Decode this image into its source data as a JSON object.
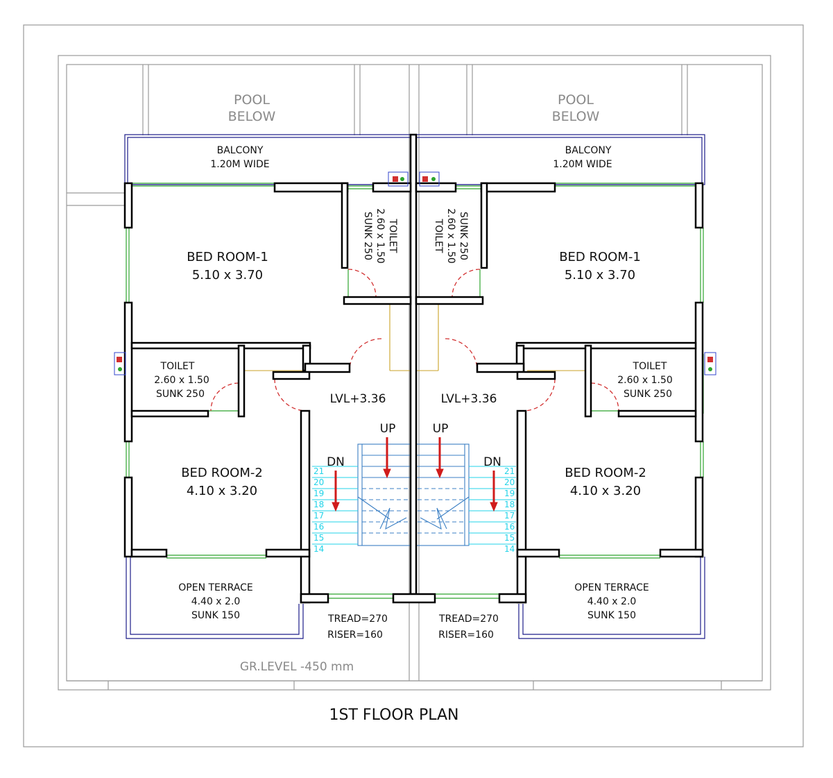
{
  "drawing_title": "1ST FLOOR PLAN",
  "ground_level": "GR.LEVEL -450 mm",
  "pool_label": [
    "POOL",
    "BELOW"
  ],
  "left_unit": {
    "balcony": [
      "BALCONY",
      "1.20M WIDE"
    ],
    "bed_room_1": {
      "name": "BED ROOM-1",
      "size": "5.10 x 3.70"
    },
    "toilet_top": [
      "TOILET",
      "2.60 x 1.50",
      "SUNK 250"
    ],
    "toilet_side": [
      "TOILET",
      "2.60 x 1.50",
      "SUNK 250"
    ],
    "bed_room_2": {
      "name": "BED ROOM-2",
      "size": "4.10 x 3.20"
    },
    "landing_level": "LVL+3.36",
    "stair_up": "UP",
    "stair_down": "DN",
    "open_terrace": [
      "OPEN TERRACE",
      "4.40 x 2.0",
      "SUNK 150"
    ],
    "tread": "TREAD=270",
    "riser": "RISER=160"
  },
  "right_unit": {
    "balcony": [
      "BALCONY",
      "1.20M WIDE"
    ],
    "bed_room_1": {
      "name": "BED ROOM-1",
      "size": "5.10 x 3.70"
    },
    "toilet_top": [
      "SUNK 250",
      "2.60 x 1.50",
      "TOILET"
    ],
    "toilet_side": [
      "TOILET",
      "2.60 x 1.50",
      "SUNK 250"
    ],
    "bed_room_2": {
      "name": "BED ROOM-2",
      "size": "4.10 x 3.20"
    },
    "landing_level": "LVL+3.36",
    "stair_up": "UP",
    "stair_down": "DN",
    "open_terrace": [
      "OPEN TERRACE",
      "4.40 x 2.0",
      "SUNK 150"
    ],
    "tread": "TREAD=270",
    "riser": "RISER=160"
  },
  "step_numbers": [
    "21",
    "20",
    "19",
    "18",
    "17",
    "16",
    "15",
    "14"
  ],
  "colors": {
    "wall": "#000000",
    "outline": "#9a9a9a",
    "window": "#2ea52e",
    "stair": "#3b7fc4",
    "cyan": "#22d3e8",
    "door": "#d23030",
    "arrow": "#d01b1b",
    "parapet": "#1d1d8a"
  }
}
